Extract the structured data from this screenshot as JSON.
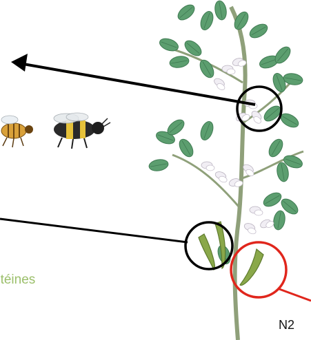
{
  "labels": {
    "proteins": "otéines",
    "n2": "N2"
  },
  "colors": {
    "proteins_text": "#9bbf6a",
    "arrow": "#000000",
    "highlight_circle_black": "#000000",
    "highlight_circle_red": "#e0261c",
    "leaf": "#5c9e6f",
    "leaf_dark": "#3f7a52",
    "pod": "#8aa84a",
    "flower": "#f1eef4"
  },
  "icons": {
    "bee": "bee-icon",
    "bumblebee": "bumblebee-icon",
    "plant": "legume-plant-illustration"
  }
}
